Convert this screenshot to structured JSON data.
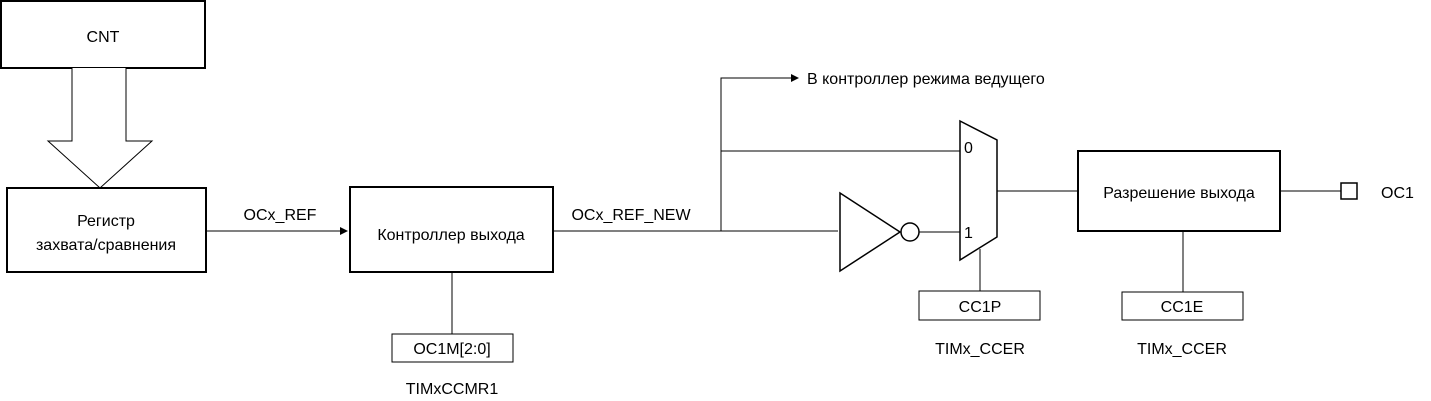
{
  "blocks": {
    "cnt": "CNT",
    "capture_register_line1": "Регистр",
    "capture_register_line2": "захвата/сравнения",
    "output_controller": "Контроллер выхода",
    "output_enable": "Разрешение выхода",
    "oc1m": "OC1M[2:0]",
    "cc1p": "CC1P",
    "cc1e": "CC1E"
  },
  "signals": {
    "ocx_ref": "OCx_REF",
    "ocx_ref_new": "OCx_REF_NEW",
    "master_mode": "В контроллер режима ведущего",
    "oc1": "OC1"
  },
  "mux": {
    "input0": "0",
    "input1": "1"
  },
  "registers": {
    "timxccmr1": "TIMxCCMR1",
    "timx_ccer_cc1p": "TIMx_CCER",
    "timx_ccer_cc1e": "TIMx_CCER"
  }
}
